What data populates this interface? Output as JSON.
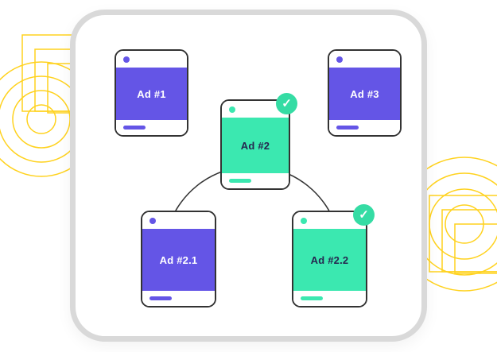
{
  "colors": {
    "purple": "#6455e6",
    "green": "#3be8b0",
    "badge_green": "#35dca4",
    "yellow": "#ffd21e",
    "card_border": "#333333",
    "frame_border": "#d9d9d9"
  },
  "cards": [
    {
      "id": "ad-1",
      "label": "Ad #1",
      "variant": "purple",
      "checked": false
    },
    {
      "id": "ad-2",
      "label": "Ad #2",
      "variant": "green",
      "checked": true
    },
    {
      "id": "ad-3",
      "label": "Ad #3",
      "variant": "purple",
      "checked": false
    },
    {
      "id": "ad-2-1",
      "label": "Ad #2.1",
      "variant": "purple",
      "checked": false
    },
    {
      "id": "ad-2-2",
      "label": "Ad #2.2",
      "variant": "green",
      "checked": true
    }
  ],
  "icons": {
    "check": "✓"
  }
}
